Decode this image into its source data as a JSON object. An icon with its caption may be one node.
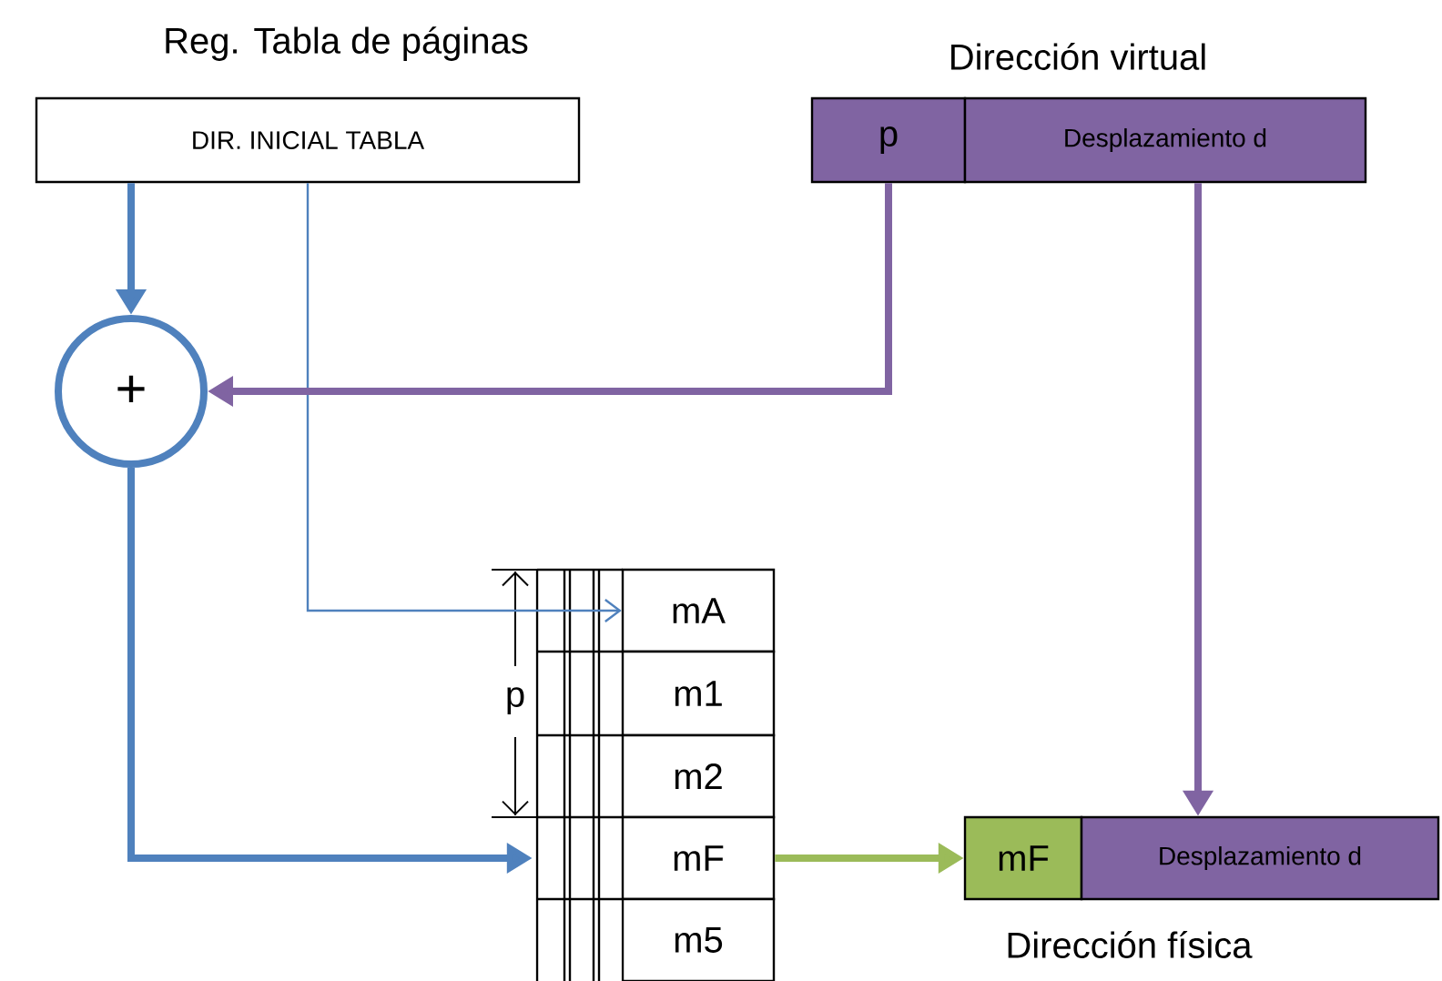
{
  "diagram": {
    "nodes": [
      {
        "text": [
          "DIR. INICIAL TABLA"
        ]
      },
      {
        "text": [
          "p"
        ]
      },
      {
        "text": [
          "Desplazamiento d"
        ]
      },
      {
        "text": [
          "+"
        ]
      },
      {
        "text": [
          "mA"
        ]
      },
      {
        "text": [
          "m1"
        ]
      },
      {
        "text": [
          "m2"
        ]
      },
      {
        "text": [
          "mF"
        ]
      },
      {
        "text": [
          "m5"
        ]
      },
      {
        "text": [
          "mF"
        ]
      },
      {
        "text": [
          "Desplazamiento d"
        ]
      }
    ],
    "edges": [
      {
        "from": 0,
        "to": 3,
        "arrow": "to",
        "color": "#4f81bd"
      },
      {
        "from": 0,
        "to": 4,
        "arrow": "to",
        "color": "#4f81bd"
      },
      {
        "from": 1,
        "to": 3,
        "arrow": "to",
        "color": "#8064a2"
      },
      {
        "from": 2,
        "to": 10,
        "arrow": "to",
        "color": "#8064a2"
      },
      {
        "from": 3,
        "to": 7,
        "arrow": "to",
        "color": "#4f81bd"
      },
      {
        "from": 7,
        "to": 9,
        "arrow": "to",
        "color": "#9bbb59"
      }
    ],
    "labels": [
      "Reg. Tabla de páginas",
      "Dirección virtual",
      "p",
      "Dirección física"
    ]
  }
}
